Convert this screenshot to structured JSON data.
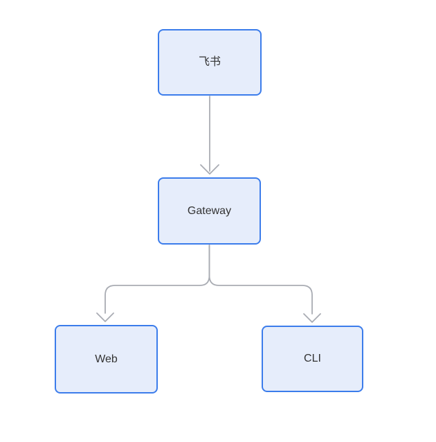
{
  "diagram": {
    "type": "flowchart",
    "direction": "top-down",
    "nodes": [
      {
        "id": "feishu",
        "label": "飞书"
      },
      {
        "id": "gateway",
        "label": "Gateway"
      },
      {
        "id": "web",
        "label": "Web"
      },
      {
        "id": "cli",
        "label": "CLI"
      }
    ],
    "edges": [
      {
        "from": "feishu",
        "to": "gateway"
      },
      {
        "from": "gateway",
        "to": "web"
      },
      {
        "from": "gateway",
        "to": "cli"
      }
    ]
  },
  "theme": {
    "background": "#ffffff",
    "node_fill": "#e6edfb",
    "node_border": "#3b7ceb",
    "edge_color": "#a9acb3",
    "text_color": "#333333"
  }
}
